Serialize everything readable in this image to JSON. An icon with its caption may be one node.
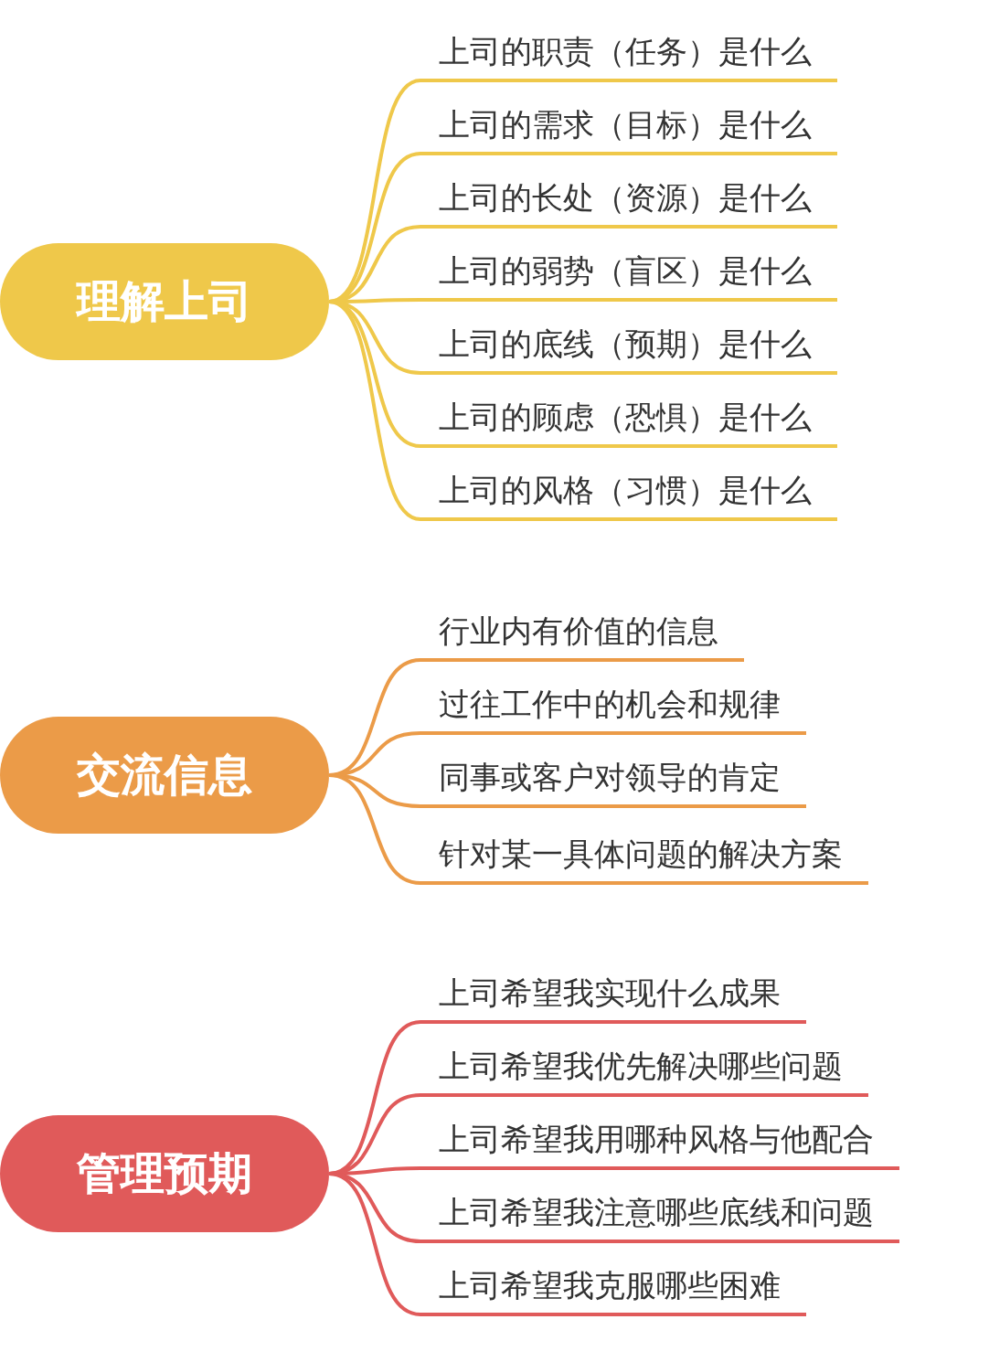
{
  "diagram": {
    "nodes": [
      {
        "text": [
          "理解上司"
        ]
      },
      {
        "text": [
          "上司的职责（任务）是什么"
        ]
      },
      {
        "text": [
          "上司的需求（目标）是什么"
        ]
      },
      {
        "text": [
          "上司的长处（资源）是什么"
        ]
      },
      {
        "text": [
          "上司的弱势（盲区）是什么"
        ]
      },
      {
        "text": [
          "上司的底线（预期）是什么"
        ]
      },
      {
        "text": [
          "上司的顾虑（恐惧）是什么"
        ]
      },
      {
        "text": [
          "上司的风格（习惯）是什么"
        ]
      },
      {
        "text": [
          "交流信息"
        ]
      },
      {
        "text": [
          "行业内有价值的信息"
        ]
      },
      {
        "text": [
          "过往工作中的机会和规律"
        ]
      },
      {
        "text": [
          "同事或客户对领导的肯定"
        ]
      },
      {
        "text": [
          "针对某一具体问题的解决方案"
        ]
      },
      {
        "text": [
          "管理预期"
        ]
      },
      {
        "text": [
          "上司希望我实现什么成果"
        ]
      },
      {
        "text": [
          "上司希望我优先解决哪些问题"
        ]
      },
      {
        "text": [
          "上司希望我用哪种风格与他配合"
        ]
      },
      {
        "text": [
          "上司希望我注意哪些底线和问题"
        ]
      },
      {
        "text": [
          "上司希望我克服哪些困难"
        ]
      }
    ],
    "edges": [
      {
        "from": 0,
        "to": 1,
        "arrow": "none"
      },
      {
        "from": 0,
        "to": 2,
        "arrow": "none"
      },
      {
        "from": 0,
        "to": 3,
        "arrow": "none"
      },
      {
        "from": 0,
        "to": 4,
        "arrow": "none"
      },
      {
        "from": 0,
        "to": 5,
        "arrow": "none"
      },
      {
        "from": 0,
        "to": 6,
        "arrow": "none"
      },
      {
        "from": 0,
        "to": 7,
        "arrow": "none"
      },
      {
        "from": 8,
        "to": 9,
        "arrow": "none",
        "color": "#eb9b48"
      },
      {
        "from": 8,
        "to": 10,
        "arrow": "none",
        "color": "#eb9b48"
      },
      {
        "from": 8,
        "to": 11,
        "arrow": "none",
        "color": "#eb9b48"
      },
      {
        "from": 8,
        "to": 12,
        "arrow": "none",
        "color": "#eb9b48"
      },
      {
        "from": 13,
        "to": 14,
        "arrow": "none",
        "color": "#e05a5a"
      },
      {
        "from": 13,
        "to": 15,
        "arrow": "none",
        "color": "#e05a5a"
      },
      {
        "from": 13,
        "to": 16,
        "arrow": "none",
        "color": "#e05a5a"
      },
      {
        "from": 13,
        "to": 17,
        "arrow": "none",
        "color": "#e05a5a"
      },
      {
        "from": 13,
        "to": 18,
        "arrow": "none",
        "color": "#e05a5a"
      }
    ]
  }
}
